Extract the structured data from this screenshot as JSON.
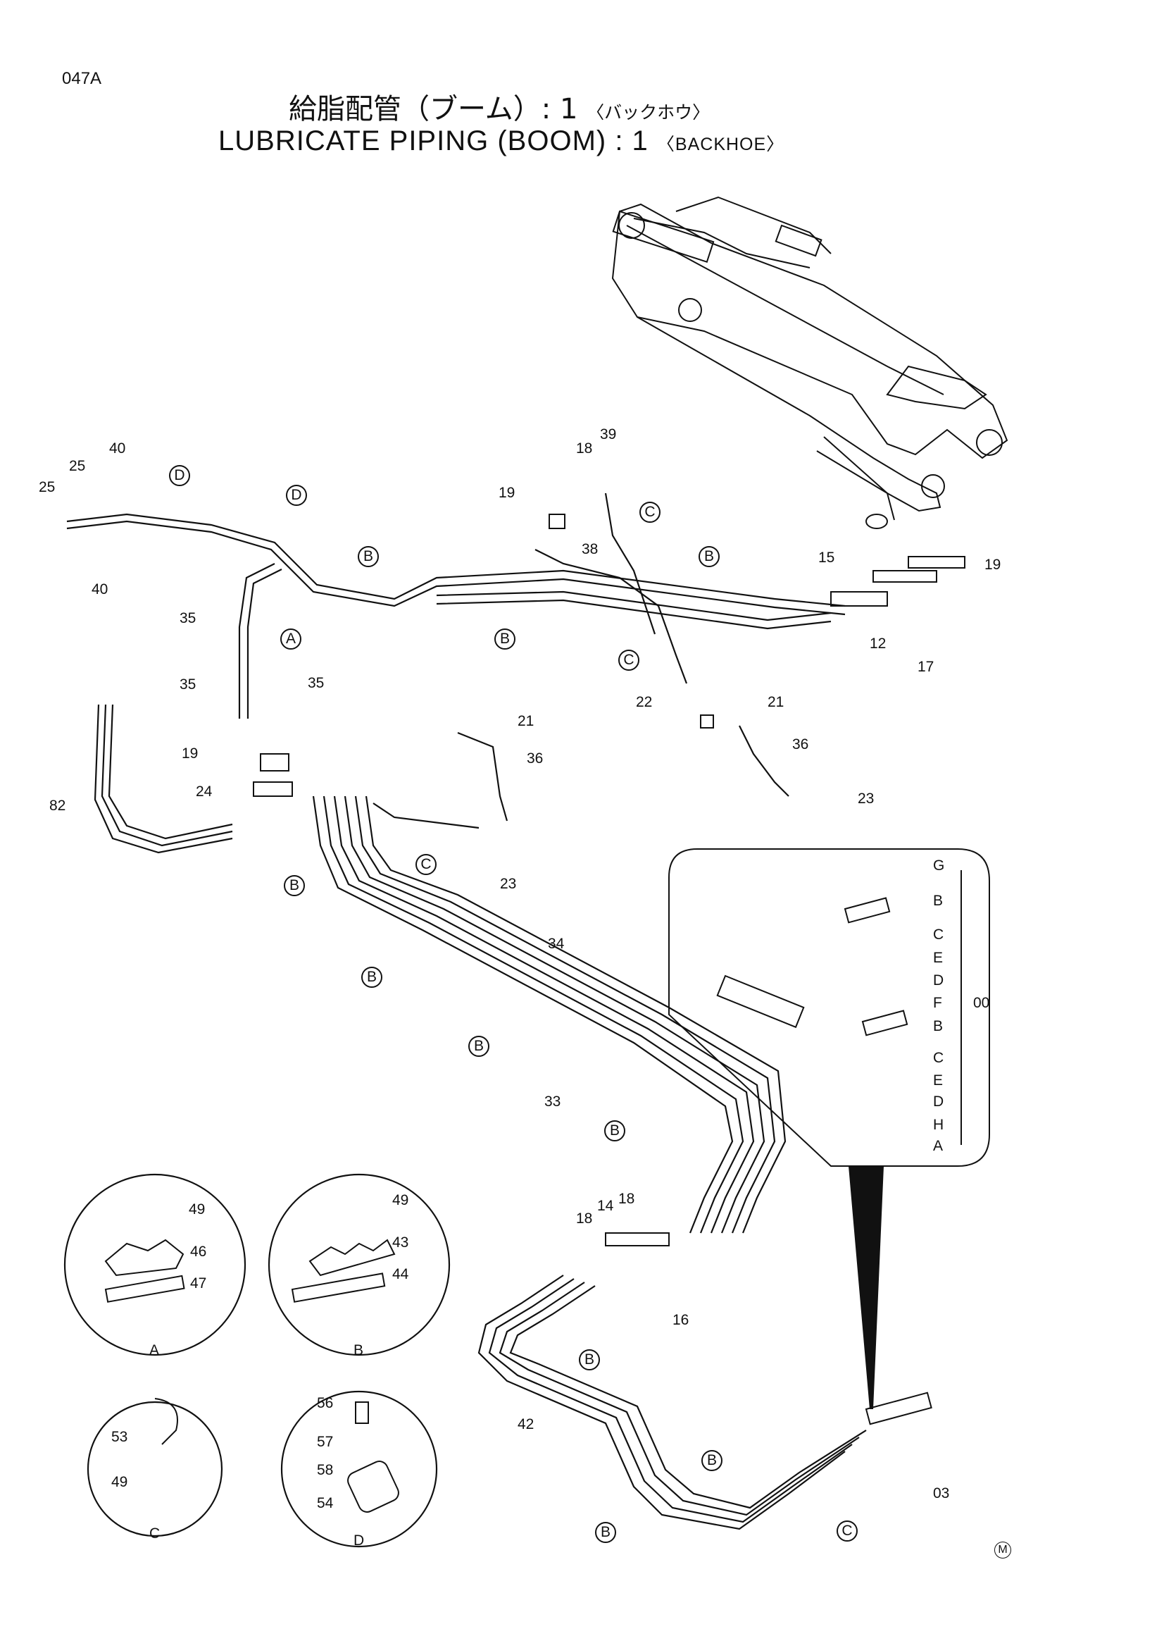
{
  "header": {
    "code": "047A",
    "title_jp": "給脂配管（ブーム）: 1",
    "title_jp_sub": "〈バックホウ〉",
    "title_en": "LUBRICATE PIPING (BOOM) : 1",
    "title_en_sub": "〈BACKHOE〉"
  },
  "part_numbers": [
    "25",
    "40",
    "25",
    "40",
    "19",
    "18",
    "39",
    "38",
    "15",
    "19",
    "12",
    "17",
    "35",
    "35",
    "35",
    "19",
    "24",
    "82",
    "21",
    "36",
    "23",
    "22",
    "21",
    "36",
    "23",
    "34",
    "33",
    "18",
    "14",
    "18",
    "16",
    "42",
    "03",
    "49",
    "46",
    "47",
    "49",
    "43",
    "44",
    "56",
    "57",
    "58",
    "54",
    "53",
    "49"
  ],
  "detail_labels": [
    "A",
    "B",
    "C",
    "D"
  ],
  "view_labels": [
    "A",
    "B",
    "C",
    "D",
    "B",
    "B",
    "B",
    "C",
    "C",
    "C",
    "B",
    "B",
    "B",
    "B",
    "B",
    "B",
    "B",
    "B",
    "C"
  ],
  "view_labels_d": [
    "D",
    "D"
  ],
  "manifold_legend": [
    "G",
    "B",
    "C",
    "E",
    "D",
    "F",
    "B",
    "C",
    "E",
    "D",
    "H",
    "A"
  ],
  "manifold_code": "00",
  "mark": "M"
}
